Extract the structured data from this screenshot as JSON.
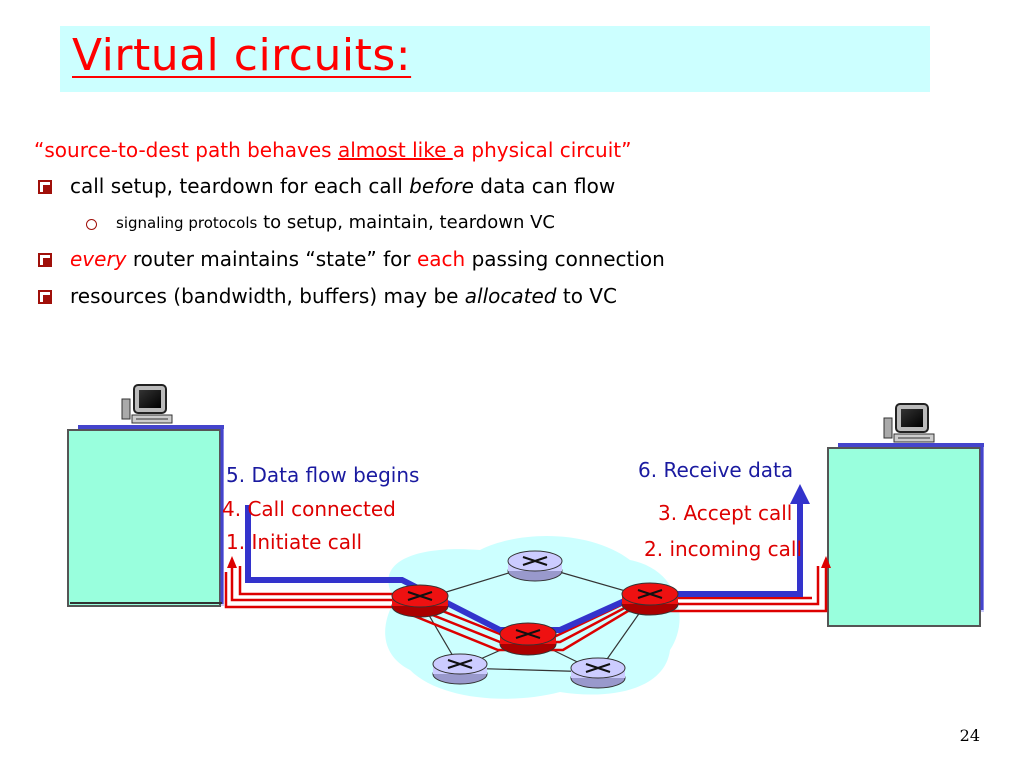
{
  "slide": {
    "title": "Virtual circuits:",
    "quote": {
      "pre": "“source-to-dest path behaves ",
      "underlined": "almost like ",
      "post": "a physical circuit”"
    },
    "bullets": [
      {
        "parts": [
          {
            "text": "call setup, teardown for each call ",
            "style": "normal"
          },
          {
            "text": "before",
            "style": "italic"
          },
          {
            "text": " data can flow",
            "style": "normal"
          }
        ]
      },
      {
        "parts": [
          {
            "text": "every",
            "style": "red-italic"
          },
          {
            "text": " router maintains “state” for ",
            "style": "normal"
          },
          {
            "text": "each",
            "style": "red"
          },
          {
            "text": " passing connection",
            "style": "normal"
          }
        ]
      },
      {
        "parts": [
          {
            "text": "resources (bandwidth, buffers) may be ",
            "style": "normal"
          },
          {
            "text": "allocated",
            "style": "italic"
          },
          {
            "text": " to VC",
            "style": "normal"
          }
        ]
      }
    ],
    "sub_bullet": {
      "small": "signaling protocols",
      "rest": " to setup, maintain,  teardown VC"
    },
    "diagram": {
      "labels": {
        "data_flow": "5. Data flow begins",
        "call_connected": "4. Call connected",
        "initiate_call": "1. Initiate call",
        "receive_data": "6. Receive data",
        "accept_call": "3. Accept call",
        "incoming_call": "2. incoming call"
      }
    },
    "page_number": "24"
  },
  "colors": {
    "title_bg": "#ccffff",
    "title_text": "#ff0000",
    "host_fill": "#99ffdd",
    "network_cloud": "#ccffff",
    "router_active": "#ee1111",
    "router_idle": "#ccccff",
    "data_path": "#3333cc",
    "signal_path": "#dd0000"
  }
}
